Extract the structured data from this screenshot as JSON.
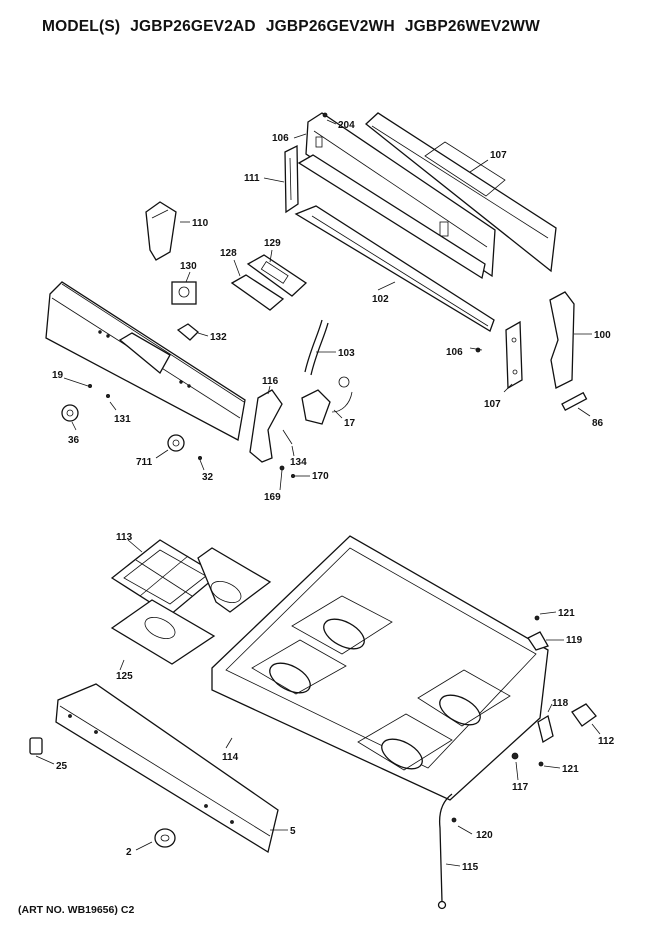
{
  "title": {
    "prefix": "MODEL(S)",
    "models": [
      "JGBP26GEV2AD",
      "JGBP26GEV2WH",
      "JGBP26WEV2WW"
    ]
  },
  "art_number": {
    "label": "(ART NO.",
    "code": "WB19656)",
    "suffix": "C2"
  },
  "callouts": {
    "p204": "204",
    "p106a": "106",
    "p107a": "107",
    "p111": "111",
    "p110": "110",
    "p128": "128",
    "p129": "129",
    "p130": "130",
    "p102": "102",
    "p132": "132",
    "p103": "103",
    "p106b": "106",
    "p100": "100",
    "p19": "19",
    "p131": "131",
    "p116": "116",
    "p107b": "107",
    "p17": "17",
    "p86": "86",
    "p36": "36",
    "p711": "711",
    "p134": "134",
    "p32": "32",
    "p170": "170",
    "p169": "169",
    "p113": "113",
    "p121a": "121",
    "p119": "119",
    "p125": "125",
    "p118": "118",
    "p112": "112",
    "p114": "114",
    "p25": "25",
    "p117": "117",
    "p121b": "121",
    "p120": "120",
    "p5": "5",
    "p2": "2",
    "p115": "115"
  }
}
